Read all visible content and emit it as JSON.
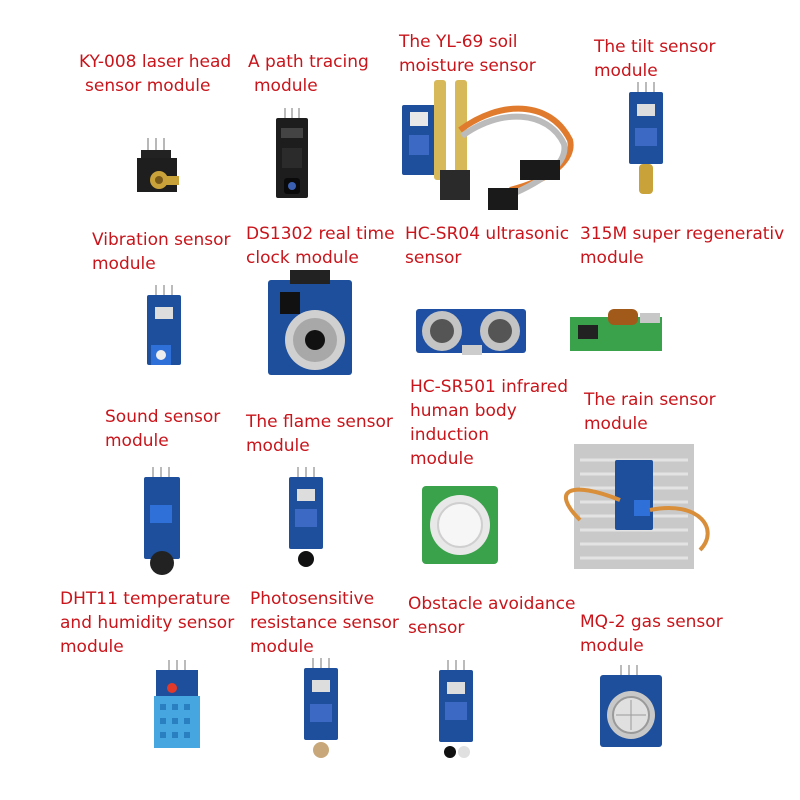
{
  "colors": {
    "label": "#c8151b",
    "pcb_blue": "#1d4f9c",
    "pcb_green": "#3aa24a"
  },
  "modules": [
    {
      "lines": [
        "KY-008 laser head",
        "sensor module"
      ],
      "icon": "laser-module-icon"
    },
    {
      "lines": [
        "A path tracing",
        "module"
      ],
      "icon": "tracing-module-icon"
    },
    {
      "lines": [
        "The YL-69 soil",
        "moisture sensor"
      ],
      "icon": "soil-moisture-sensor-icon"
    },
    {
      "lines": [
        "The tilt sensor",
        "module"
      ],
      "icon": "tilt-sensor-icon"
    },
    {
      "lines": [
        "Vibration sensor",
        "module"
      ],
      "icon": "vibration-sensor-icon"
    },
    {
      "lines": [
        "DS1302 real time",
        "clock module"
      ],
      "icon": "rtc-module-icon"
    },
    {
      "lines": [
        "HC-SR04 ultrasonic",
        "sensor"
      ],
      "icon": "ultrasonic-sensor-icon"
    },
    {
      "lines": [
        "315M super regenerativ",
        "module"
      ],
      "icon": "rf-receiver-icon"
    },
    {
      "lines": [
        "Sound sensor",
        "module"
      ],
      "icon": "sound-sensor-icon"
    },
    {
      "lines": [
        "The flame sensor",
        "module"
      ],
      "icon": "flame-sensor-icon"
    },
    {
      "lines": [
        "HC-SR501 infrared",
        "human body",
        "induction",
        "module"
      ],
      "icon": "pir-sensor-icon"
    },
    {
      "lines": [
        "The rain sensor",
        "module"
      ],
      "icon": "rain-sensor-icon"
    },
    {
      "lines": [
        "DHT11 temperature",
        "and humidity sensor",
        "module"
      ],
      "icon": "dht11-sensor-icon"
    },
    {
      "lines": [
        "Photosensitive",
        "resistance sensor",
        "module"
      ],
      "icon": "photoresistor-sensor-icon"
    },
    {
      "lines": [
        "Obstacle avoidance",
        "sensor"
      ],
      "icon": "obstacle-sensor-icon"
    },
    {
      "lines": [
        "MQ-2 gas sensor",
        "module"
      ],
      "icon": "gas-sensor-icon"
    }
  ]
}
